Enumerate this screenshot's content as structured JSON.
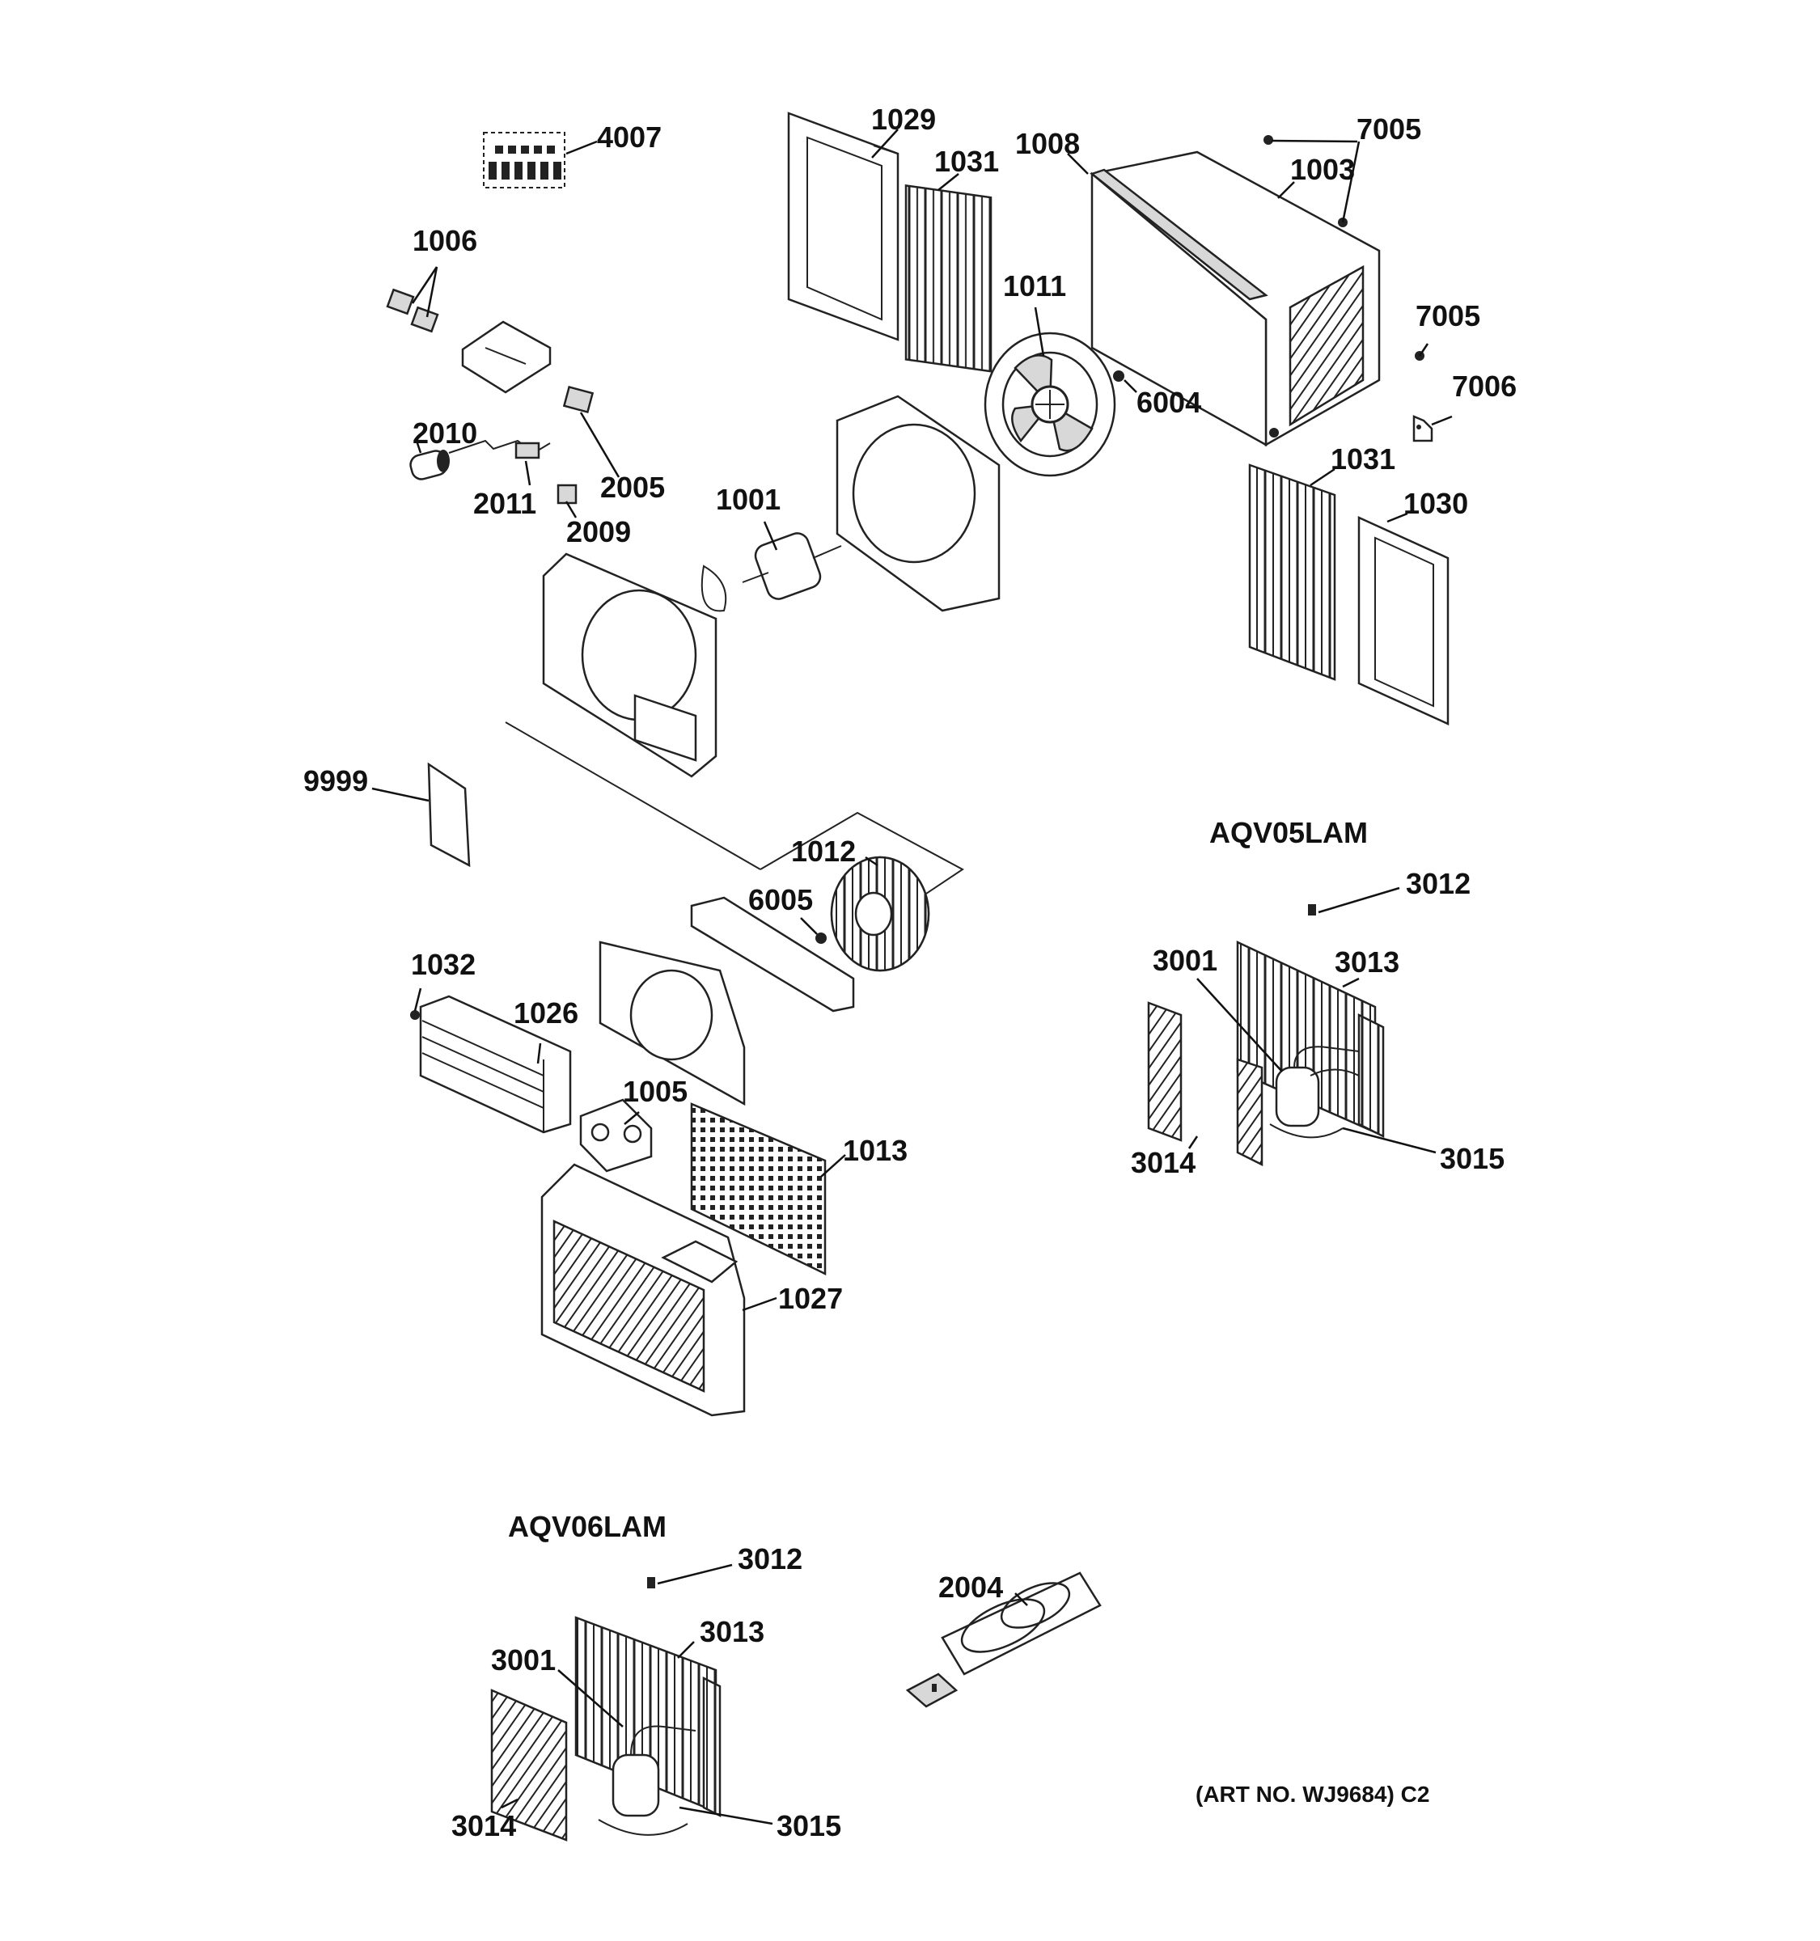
{
  "callouts": [
    {
      "id": "c4007",
      "text": "4007"
    },
    {
      "id": "c1029",
      "text": "1029"
    },
    {
      "id": "c1031a",
      "text": "1031"
    },
    {
      "id": "c1008",
      "text": "1008"
    },
    {
      "id": "c7005a",
      "text": "7005"
    },
    {
      "id": "c1003",
      "text": "1003"
    },
    {
      "id": "c1006",
      "text": "1006"
    },
    {
      "id": "c1011",
      "text": "1011"
    },
    {
      "id": "c7005b",
      "text": "7005"
    },
    {
      "id": "c6004",
      "text": "6004"
    },
    {
      "id": "c7006",
      "text": "7006"
    },
    {
      "id": "c2010",
      "text": "2010"
    },
    {
      "id": "c2005",
      "text": "2005"
    },
    {
      "id": "c2011",
      "text": "2011"
    },
    {
      "id": "c2009",
      "text": "2009"
    },
    {
      "id": "c1001",
      "text": "1001"
    },
    {
      "id": "c1031b",
      "text": "1031"
    },
    {
      "id": "c1030",
      "text": "1030"
    },
    {
      "id": "c9999",
      "text": "9999"
    },
    {
      "id": "c1012",
      "text": "1012"
    },
    {
      "id": "c6005",
      "text": "6005"
    },
    {
      "id": "c1032",
      "text": "1032"
    },
    {
      "id": "c1026",
      "text": "1026"
    },
    {
      "id": "c1005",
      "text": "1005"
    },
    {
      "id": "c1013",
      "text": "1013"
    },
    {
      "id": "c1027",
      "text": "1027"
    },
    {
      "id": "c3012a",
      "text": "3012"
    },
    {
      "id": "c3001a",
      "text": "3001"
    },
    {
      "id": "c3013a",
      "text": "3013"
    },
    {
      "id": "c3014a",
      "text": "3014"
    },
    {
      "id": "c3015a",
      "text": "3015"
    },
    {
      "id": "c3012b",
      "text": "3012"
    },
    {
      "id": "c3013b",
      "text": "3013"
    },
    {
      "id": "c3001b",
      "text": "3001"
    },
    {
      "id": "c3014b",
      "text": "3014"
    },
    {
      "id": "c3015b",
      "text": "3015"
    },
    {
      "id": "c2004",
      "text": "2004"
    }
  ],
  "models": {
    "model_a": "AQV05LAM",
    "model_b": "AQV06LAM"
  },
  "art_number": "(ART NO. WJ9684) C2"
}
